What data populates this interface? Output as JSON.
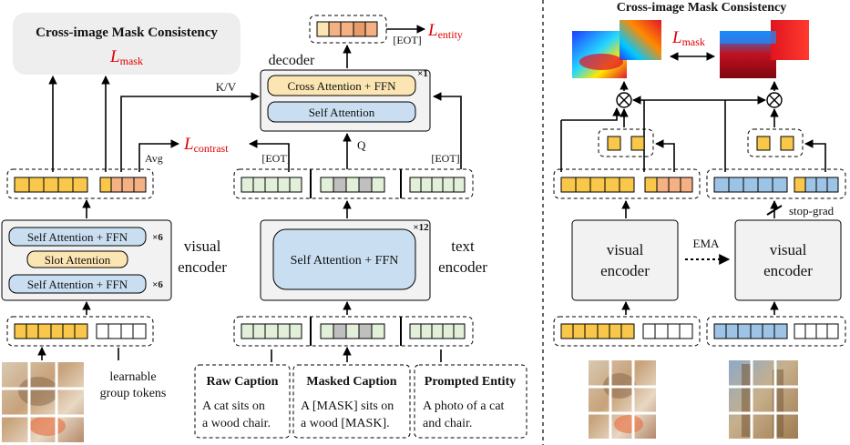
{
  "left": {
    "mask_title": "Cross-image Mask Consistency",
    "l_mask_main": "L",
    "l_mask_sub": "mask",
    "decoder_label": "decoder",
    "cross_attention": "Cross Attention + FFN",
    "self_attention": "Self Attention",
    "x1": "×1",
    "l_entity_main": "L",
    "l_entity_sub": "entity",
    "eot": "[EOT]",
    "kv": "K/V",
    "q": "Q",
    "l_contrast_main": "L",
    "l_contrast_sub": "contrast",
    "avg": "Avg",
    "visual_block": {
      "sa_ffn_top": "Self Attention + FFN",
      "slot": "Slot Attention",
      "sa_ffn_bottom": "Self Attention + FFN",
      "x6": "×6",
      "label_line1": "visual",
      "label_line2": "encoder"
    },
    "text_block": {
      "sa_ffn": "Self Attention + FFN",
      "x12": "×12",
      "label_line1": "text",
      "label_line2": "encoder"
    },
    "group_tokens_line1": "learnable",
    "group_tokens_line2": "group tokens",
    "captions": [
      {
        "title": "Raw Caption",
        "line1": "A cat sits on",
        "line2": "a wood chair."
      },
      {
        "title": "Masked Caption",
        "line1": "A [MASK] sits on",
        "line2": "a wood [MASK]."
      },
      {
        "title": "Prompted Entity",
        "line1": "A photo of a cat",
        "line2": "and chair."
      }
    ]
  },
  "right": {
    "title": "Cross-image Mask Consistency",
    "l_mask_main": "L",
    "l_mask_sub": "mask",
    "ema": "EMA",
    "stop_grad": "stop-grad",
    "encoder_line1": "visual",
    "encoder_line2": "encoder",
    "otimes": "⊗"
  },
  "colors": {
    "yellow": "#f9c74a",
    "orange": "#f4b183",
    "green": "#e2f0d9",
    "gray": "#bfbfbf",
    "blue": "#9dc3e6",
    "red": "#e00000"
  }
}
